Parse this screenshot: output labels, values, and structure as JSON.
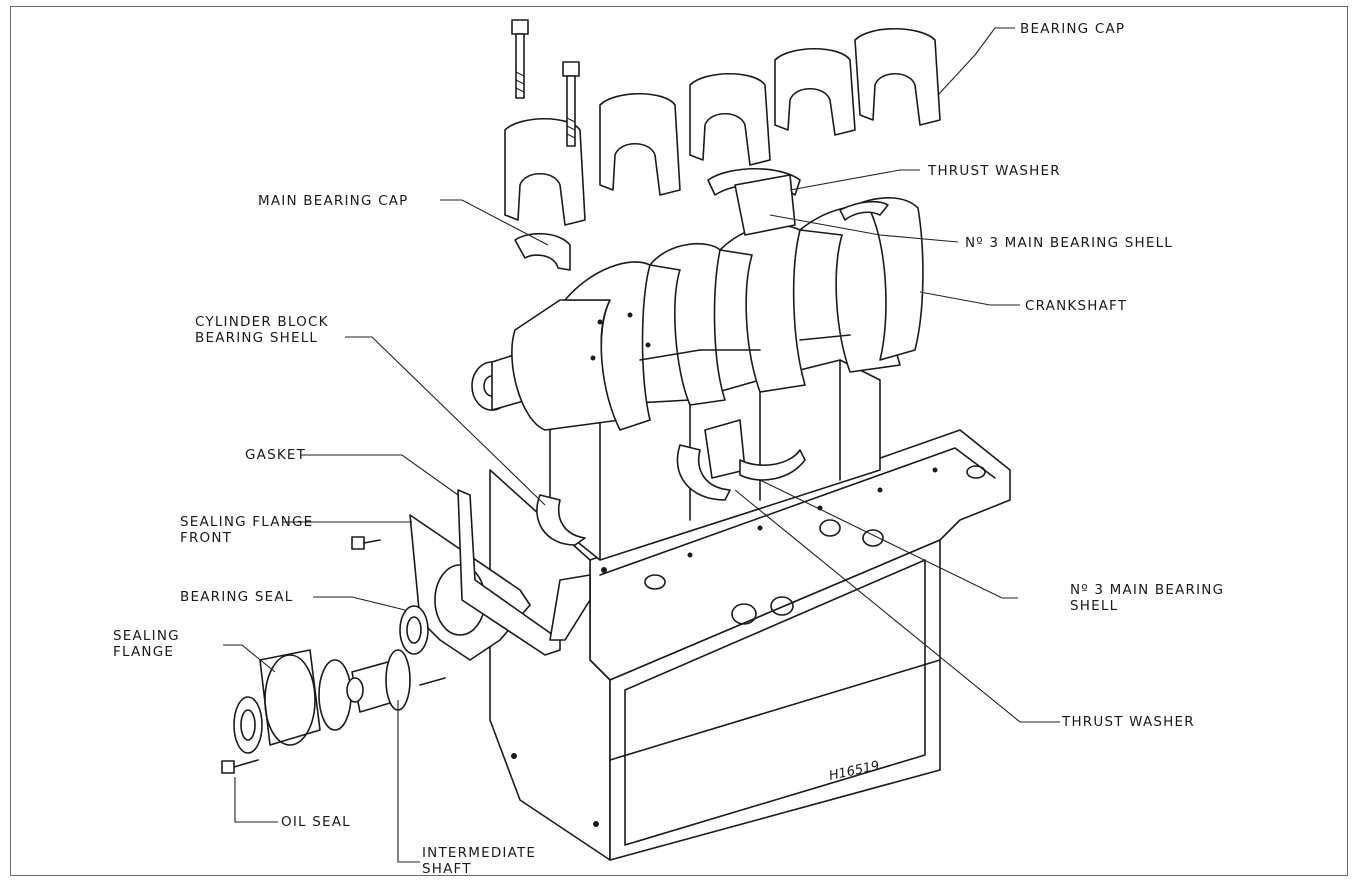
{
  "labels": {
    "bearing_cap": "BEARING CAP",
    "thrust_washer_top": "THRUST WASHER",
    "main_bearing_cap": "MAIN BEARING CAP",
    "no3_main_bearing_shell_top": "Nº 3 MAIN BEARING SHELL",
    "crankshaft": "CRANKSHAFT",
    "cylinder_block_line1": "CYLINDER BLOCK",
    "cylinder_block_line2": "BEARING SHELL",
    "gasket": "GASKET",
    "sealing_flange_front_line1": "SEALING FLANGE",
    "sealing_flange_front_line2": "FRONT",
    "bearing_seal": "BEARING SEAL",
    "sealing_flange_line1": "SEALING",
    "sealing_flange_line2": "FLANGE",
    "no3_main_bearing_shell_bottom_line1": "Nº 3 MAIN BEARING",
    "no3_main_bearing_shell_bottom_line2": "SHELL",
    "thrust_washer_bottom": "THRUST WASHER",
    "oil_seal": "OIL SEAL",
    "intermediate_shaft_line1": "INTERMEDIATE",
    "intermediate_shaft_line2": "SHAFT",
    "drawing_code": "H16519"
  }
}
